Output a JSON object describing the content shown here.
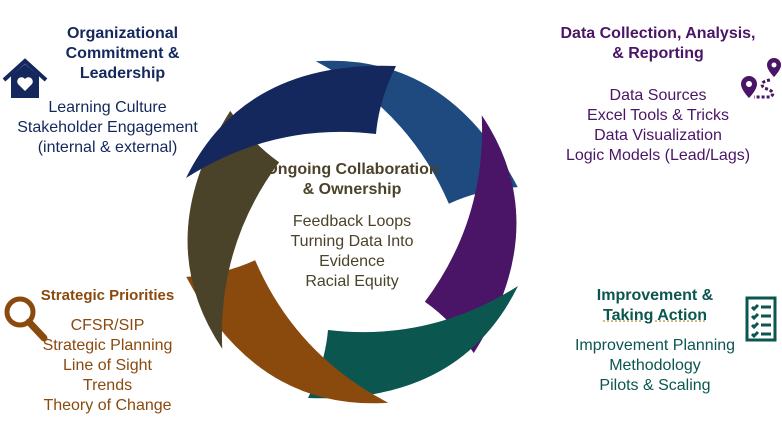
{
  "colors": {
    "navy": "#14285e",
    "steel": "#1f4a80",
    "purple": "#4a1566",
    "teal": "#0c5650",
    "brown": "#8a4a0e",
    "olive": "#4a4329"
  },
  "center": {
    "title_line1": "Ongoing Collaboration",
    "title_line2": "& Ownership",
    "items": [
      "Feedback Loops",
      "Turning Data Into",
      "Evidence",
      "Racial Equity"
    ]
  },
  "org": {
    "title_line1": "Organizational",
    "title_line2": "Commitment &",
    "title_line3": "Leadership",
    "items": [
      "Learning Culture",
      "Stakeholder Engagement",
      "(internal & external)"
    ],
    "icon": "house-heart-icon"
  },
  "data": {
    "title_line1": "Data Collection, Analysis,",
    "title_line2": "& Reporting",
    "items": [
      "Data Sources",
      "Excel Tools & Tricks",
      "Data Visualization",
      "Logic Models (Lead/Lags)"
    ],
    "icon": "route-pins-icon"
  },
  "improve": {
    "title_line1": "Improvement &",
    "title_line2": "Taking Action",
    "items": [
      "Improvement Planning",
      "Methodology",
      "Pilots & Scaling"
    ],
    "icon": "checklist-icon"
  },
  "strategic": {
    "title": "Strategic Priorities",
    "items": [
      "CFSR/SIP",
      "Strategic Planning",
      "Line of Sight",
      "Trends",
      "Theory of Change"
    ],
    "icon": "magnifier-icon"
  }
}
